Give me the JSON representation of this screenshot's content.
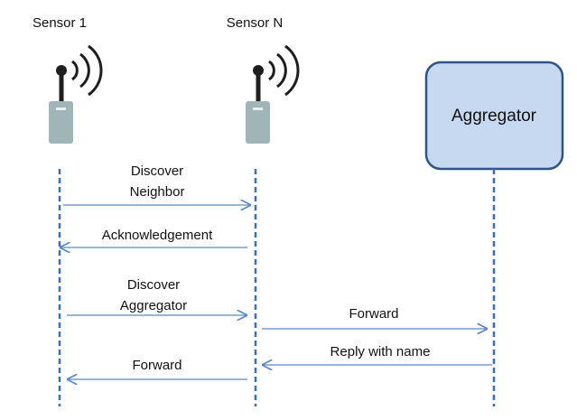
{
  "participants": {
    "sensor1": {
      "label": "Sensor 1"
    },
    "sensorN": {
      "label": "Sensor N"
    },
    "aggregator": {
      "label": "Aggregator"
    }
  },
  "messages": [
    {
      "line1": "Discover",
      "line2": "Neighbor"
    },
    {
      "line1": "Acknowledgement"
    },
    {
      "line1": "Discover",
      "line2": "Aggregator"
    },
    {
      "line1": "Forward"
    },
    {
      "line1": "Reply with name"
    },
    {
      "line1": "Forward"
    }
  ],
  "colors": {
    "lifeline": "#3f6fb3",
    "arrow": "#5a86c3",
    "aggregator_fill": "#c7d9f0",
    "aggregator_border": "#2d5685",
    "sensor_body": "#9fb5b8",
    "antenna": "#1e1e1e"
  }
}
